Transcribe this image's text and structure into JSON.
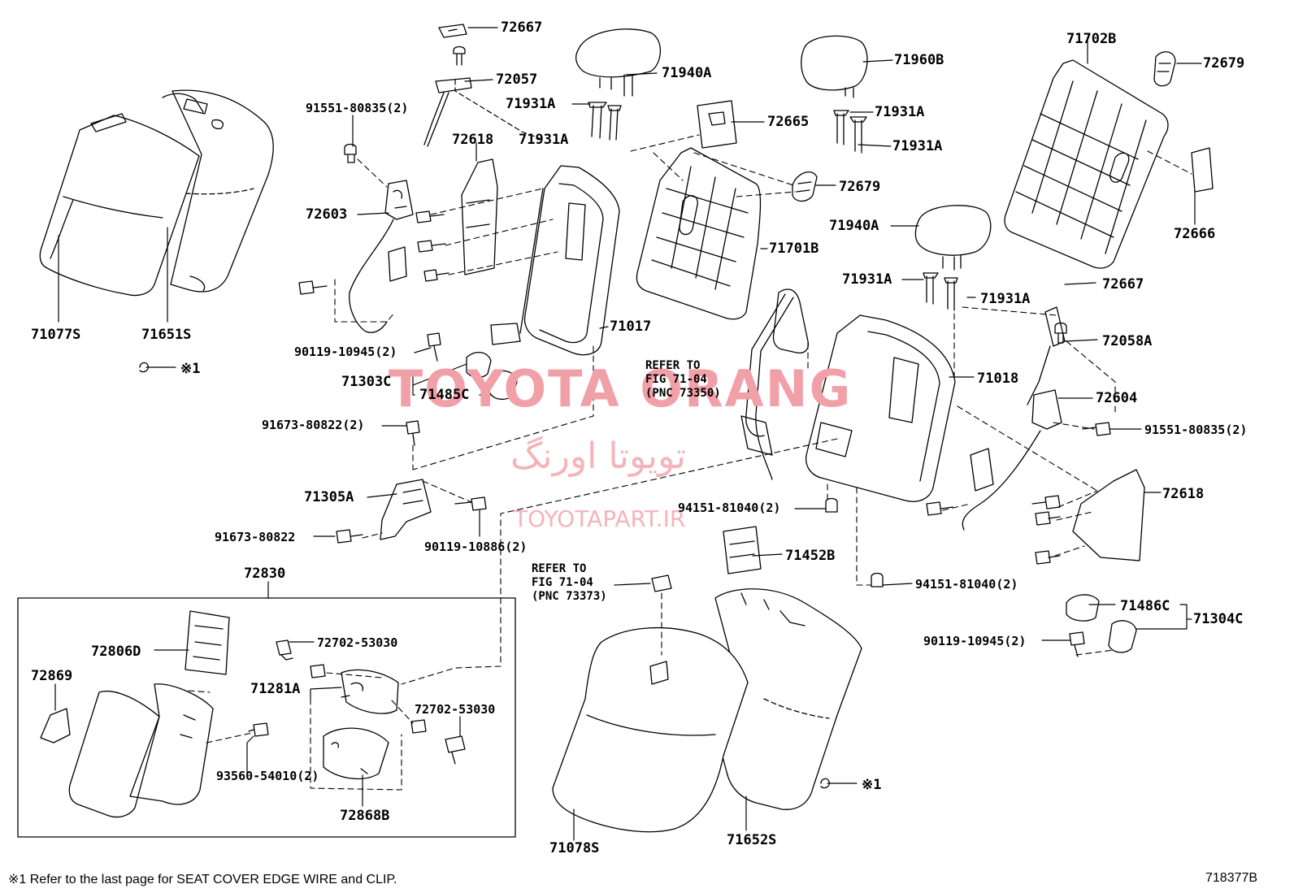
{
  "diagram": {
    "labels": {
      "l72667a": "72667",
      "l72057": "72057",
      "l71940a1": "71940A",
      "l71960b": "71960B",
      "l71702b": "71702B",
      "l72679a": "72679",
      "l91551a": "91551-80835(2)",
      "l71931a1": "71931A",
      "l71931a2": "71931A",
      "l71931a3": "71931A",
      "l71931a4": "71931A",
      "l71931a5": "71931A",
      "l71931a6": "71931A",
      "l72665": "72665",
      "l72618a": "72618",
      "l72679b": "72679",
      "l72666": "72666",
      "l72603": "72603",
      "l71940a2": "71940A",
      "l71701b": "71701B",
      "l72667b": "72667",
      "l71077s": "71077S",
      "l71651s": "71651S",
      "l71017": "71017",
      "l72058a": "72058A",
      "l90119a": "90119-10945(2)",
      "l71303c": "71303C",
      "l71485c": "71485C",
      "l71018": "71018",
      "l72604": "72604",
      "l91551b": "91551-80835(2)",
      "l91673a": "91673-80822(2)",
      "l72618b": "72618",
      "l71305a": "71305A",
      "l94151a": "94151-81040(2)",
      "l91673b": "91673-80822",
      "l90119b": "90119-10886(2)",
      "l71452b": "71452B",
      "l94151b": "94151-81040(2)",
      "l72830": "72830",
      "l71486c": "71486C",
      "l71304c": "71304C",
      "l90119c": "90119-10945(2)",
      "l72806d": "72806D",
      "l72702a": "72702-53030",
      "l72869": "72869",
      "l71281a": "71281A",
      "l72702b": "72702-53030",
      "l93560": "93560-54010(2)",
      "l72868b": "72868B",
      "l71078s": "71078S",
      "l71652s": "71652S",
      "lmark1": "※1",
      "lmark2": "※1"
    },
    "refer_notes": {
      "r1": "REFER TO\nFIG 71-04\n(PNC 73350)",
      "r2": "REFER TO\nFIG 71-04\n(PNC 73373)"
    },
    "footnote": "※1  Refer to the last page for SEAT COVER EDGE WIRE and CLIP.",
    "diagram_id": "718377B",
    "watermarks": {
      "main": "TOYOTA ORANG",
      "persian": "تویوتا اورنگ",
      "url": "TOYOTAPART.IR"
    }
  }
}
